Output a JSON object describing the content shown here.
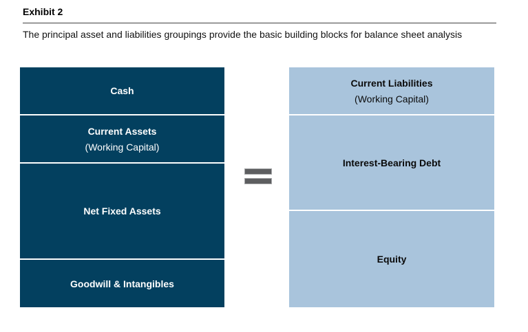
{
  "header": {
    "exhibit_label": "Exhibit 2",
    "subtitle": "The principal asset and liabilities groupings provide the basic building blocks for balance sheet analysis"
  },
  "diagram": {
    "equals_symbol_name": "equals-sign",
    "assets_column": {
      "blocks": [
        {
          "label": "Cash",
          "sublabel": ""
        },
        {
          "label": "Current Assets",
          "sublabel": "(Working Capital)"
        },
        {
          "label": "Net Fixed Assets",
          "sublabel": ""
        },
        {
          "label": "Goodwill & Intangibles",
          "sublabel": ""
        }
      ]
    },
    "liabilities_column": {
      "blocks": [
        {
          "label": "Current Liabilities",
          "sublabel": "(Working Capital)"
        },
        {
          "label": "Interest-Bearing Debt",
          "sublabel": ""
        },
        {
          "label": "Equity",
          "sublabel": ""
        }
      ]
    },
    "colors": {
      "asset_block": "#03405F",
      "liability_block": "#A9C4DC",
      "equals_fill": "#5D5E60"
    }
  }
}
